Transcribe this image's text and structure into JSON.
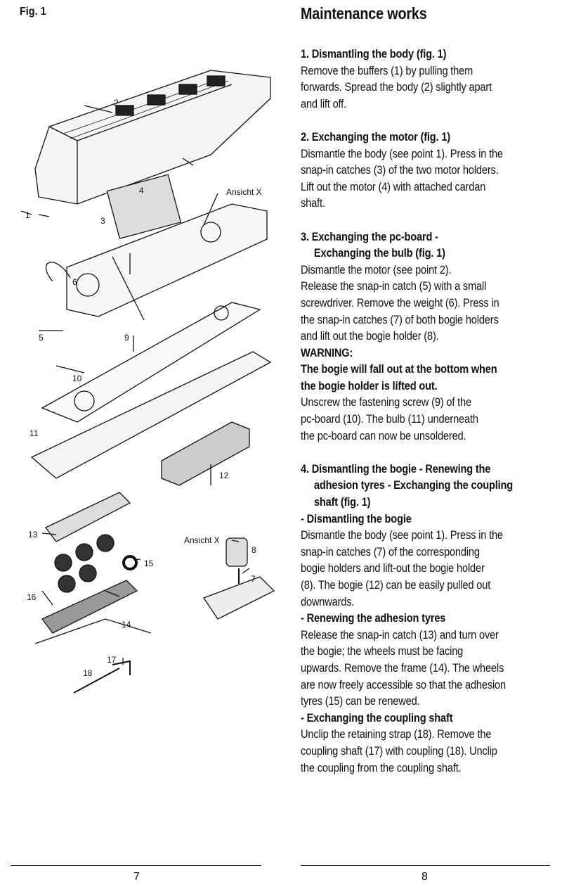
{
  "figure": {
    "label": "Fig. 1",
    "callouts": [
      "1",
      "2",
      "3",
      "4",
      "5",
      "6",
      "7",
      "8",
      "9",
      "10",
      "11",
      "12",
      "13",
      "14",
      "15",
      "16",
      "17",
      "18"
    ],
    "view_label_1": "Ansicht X",
    "view_label_2": "Ansicht X"
  },
  "heading": "Maintenance works",
  "lines": [
    {
      "t": "1. Dismantling the body (fig. 1)",
      "b": true
    },
    {
      "t": "Remove the buffers (1) by pulling them"
    },
    {
      "t": "forwards. Spread the body (2) slightly apart"
    },
    {
      "t": "and lift off."
    },
    {
      "t": ""
    },
    {
      "t": "2. Exchanging the motor (fig. 1)",
      "b": true
    },
    {
      "t": "Dismantle the body (see point 1). Press in the"
    },
    {
      "t": "snap-in catches (3) of the two motor holders."
    },
    {
      "t": "Lift out the motor (4) with attached cardan"
    },
    {
      "t": "shaft."
    },
    {
      "t": ""
    },
    {
      "t": "3. Exchanging the pc-board -",
      "b": true
    },
    {
      "t": "Exchanging the bulb (fig. 1)",
      "b": true,
      "i": true
    },
    {
      "t": "Dismantle the motor (see point 2)."
    },
    {
      "t": "Release the snap-in catch (5) with a small"
    },
    {
      "t": "screwdriver. Remove the weight (6). Press in"
    },
    {
      "t": "the snap-in catches (7) of both bogie holders"
    },
    {
      "t": "and lift out the bogie holder (8)."
    },
    {
      "t": "WARNING:",
      "b": true
    },
    {
      "t": "The bogie will fall out at the bottom when",
      "b": true
    },
    {
      "t": "the bogie holder is lifted out.",
      "b": true
    },
    {
      "t": "Unscrew the fastening screw (9) of the"
    },
    {
      "t": "pc-board (10). The bulb (11) underneath"
    },
    {
      "t": "the pc-board can now be unsoldered."
    },
    {
      "t": ""
    },
    {
      "t": "4. Dismantling the bogie - Renewing the",
      "b": true
    },
    {
      "t": "adhesion tyres - Exchanging the coupling",
      "b": true,
      "i": true
    },
    {
      "t": "shaft (fig. 1)",
      "b": true,
      "i": true
    },
    {
      "t": "- Dismantling the bogie",
      "b": true
    },
    {
      "t": "Dismantle the body (see point 1). Press in the"
    },
    {
      "t": "snap-in catches (7) of the corresponding"
    },
    {
      "t": "bogie holders and lift-out the bogie holder"
    },
    {
      "t": "(8). The bogie (12) can be easily pulled out"
    },
    {
      "t": "downwards."
    },
    {
      "t": "- Renewing the adhesion tyres",
      "b": true
    },
    {
      "t": "Release the snap-in catch (13) and turn over"
    },
    {
      "t": "the bogie; the wheels must be facing"
    },
    {
      "t": "upwards. Remove the frame (14). The wheels"
    },
    {
      "t": "are now freely accessible so that the adhesion"
    },
    {
      "t": "tyres (15) can be renewed."
    },
    {
      "t": "- Exchanging the coupling shaft",
      "b": true
    },
    {
      "t": "Unclip the retaining strap (18). Remove the"
    },
    {
      "t": "coupling shaft (17) with coupling (18). Unclip"
    },
    {
      "t": "the coupling from the coupling shaft."
    }
  ],
  "footer": {
    "left_page": "7",
    "right_page": "8"
  }
}
